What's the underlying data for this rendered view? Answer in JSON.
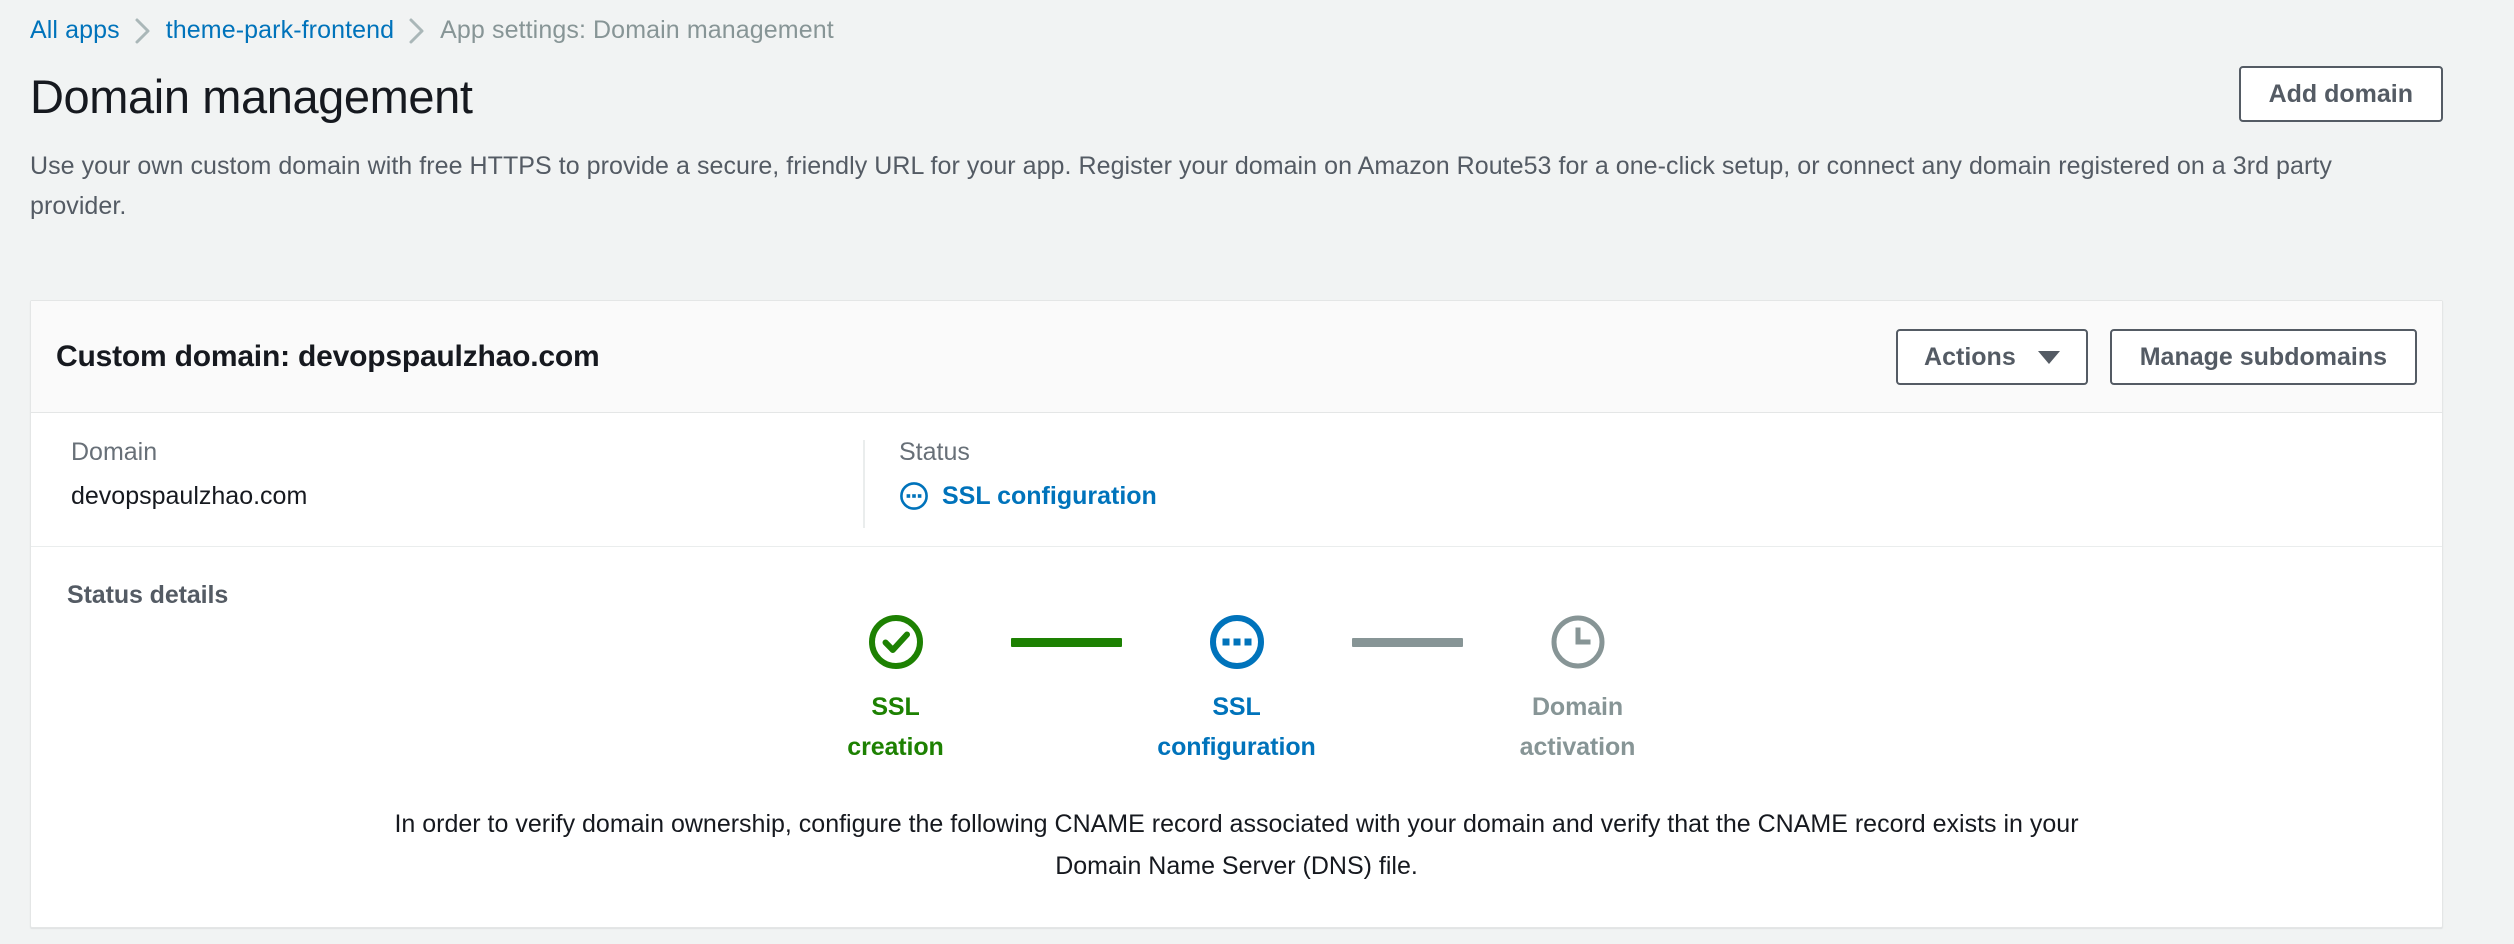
{
  "breadcrumb": {
    "items": [
      {
        "label": "All apps",
        "type": "link"
      },
      {
        "label": "theme-park-frontend",
        "type": "link"
      },
      {
        "label": "App settings: Domain management",
        "type": "current"
      }
    ],
    "separator_icon": "chevron-right-icon"
  },
  "header": {
    "title": "Domain management",
    "add_domain_label": "Add domain",
    "description": "Use your own custom domain with free HTTPS to provide a secure, friendly URL for your app. Register your domain on Amazon Route53 for a one-click setup, or connect any domain registered on a 3rd party provider."
  },
  "card": {
    "title": "Custom domain: devopspaulzhao.com",
    "actions_label": "Actions",
    "actions_caret_icon": "chevron-down-icon",
    "manage_subdomains_label": "Manage subdomains",
    "info": {
      "domain_label": "Domain",
      "domain_value": "devopspaulzhao.com",
      "status_label": "Status",
      "status_value": "SSL configuration",
      "status_icon": "ellipsis-circle-icon"
    },
    "status_details": {
      "title": "Status details",
      "steps": [
        {
          "label": "SSL\ncreation",
          "state": "done",
          "icon": "check-circle-icon",
          "color": "#1d8102"
        },
        {
          "label": "SSL\nconfiguration",
          "state": "current",
          "icon": "ellipsis-circle-icon",
          "color": "#0073bb"
        },
        {
          "label": "Domain\nactivation",
          "state": "pending",
          "icon": "clock-circle-icon",
          "color": "#879596"
        }
      ],
      "connectors": [
        {
          "state": "done",
          "color": "#1d8102"
        },
        {
          "state": "pending",
          "color": "#879596"
        }
      ],
      "verify_text": "In order to verify domain ownership, configure the following CNAME record associated with your domain and verify that the CNAME record exists in your Domain Name Server (DNS) file."
    }
  },
  "colors": {
    "page_background": "#f1f3f3",
    "card_background": "#ffffff",
    "card_header_background": "#fafafa",
    "link_blue": "#0073bb",
    "success_green": "#1d8102",
    "pending_grey": "#879596",
    "text_dark": "#16191f",
    "text_muted": "#545b64",
    "border": "#e4e6e6"
  }
}
